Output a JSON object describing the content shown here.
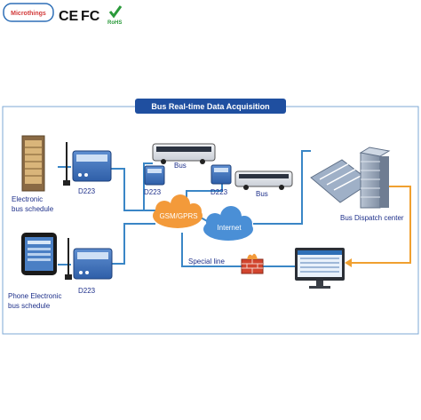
{
  "header": {
    "brand": "Microthings",
    "certifications": [
      "CE",
      "FC",
      "RoHS"
    ]
  },
  "diagram": {
    "title": "Bus Real-time Data Acquisition",
    "labels": {
      "electronic_schedule_line1": "Electronic",
      "electronic_schedule_line2": "bus schedule",
      "phone_schedule_line1": "Phone Electronic",
      "phone_schedule_line2": "bus schedule",
      "device_top": "D223",
      "device_bottom": "D223",
      "device_mid_left": "D223",
      "device_mid_right": "D223",
      "bus_top": "Bus",
      "bus_right": "Bus",
      "gsm_cloud": "GSM/GPRS",
      "internet_cloud": "Internet",
      "special_line": "Special line",
      "dispatch_center": "Bus Dispatch center"
    }
  },
  "colors": {
    "title_bg": "#1f4fa0",
    "line_blue": "#3a86c6",
    "line_orange": "#f0a030",
    "cloud_orange": "#f39a3a",
    "cloud_blue": "#4a8fd6",
    "firewall": "#d2452e"
  }
}
